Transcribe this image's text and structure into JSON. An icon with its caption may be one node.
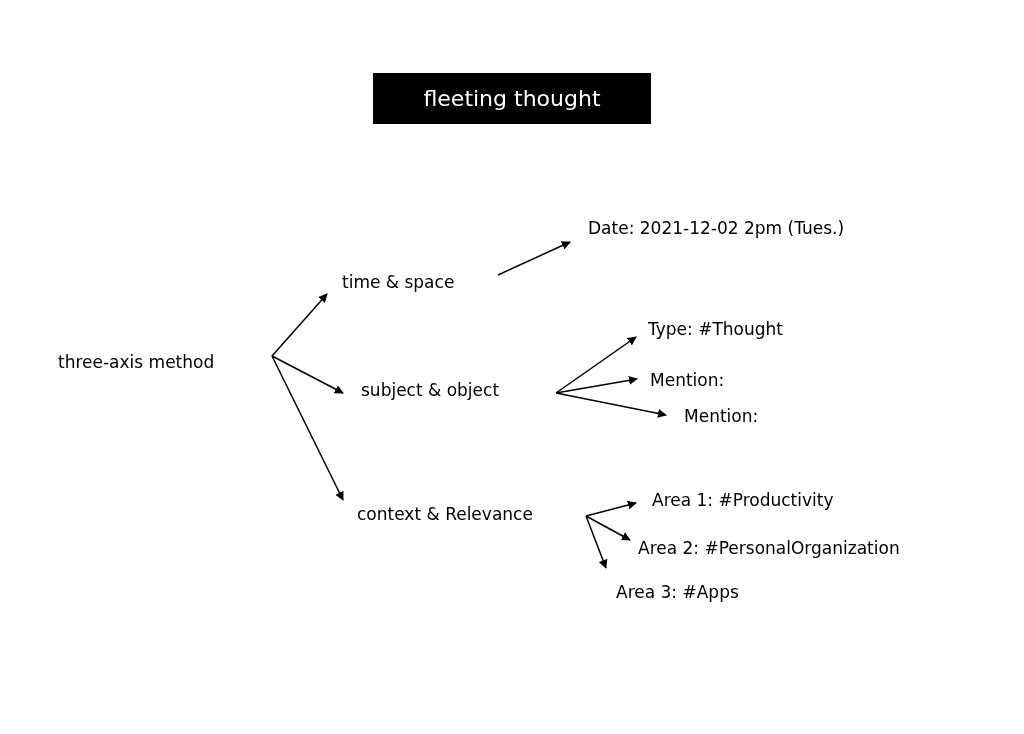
{
  "diagram": {
    "title": "fleeting thought",
    "nodes": [
      {
        "text": [
          "three-axis method"
        ]
      },
      {
        "text": [
          "time & space"
        ]
      },
      {
        "text": [
          "subject & object"
        ]
      },
      {
        "text": [
          "context & Relevance"
        ]
      },
      {
        "text": [
          "Date: 2021-12-02 2pm (Tues.)"
        ]
      },
      {
        "text": [
          "Type: #Thought"
        ]
      },
      {
        "text": [
          "Mention:"
        ]
      },
      {
        "text": [
          "Mention:"
        ]
      },
      {
        "text": [
          "Area 1: #Productivity"
        ]
      },
      {
        "text": [
          "Area 2: #PersonalOrganization"
        ]
      },
      {
        "text": [
          "Area 3: #Apps"
        ]
      }
    ],
    "edges": [
      {
        "from": 0,
        "to": 1,
        "arrow": "to"
      },
      {
        "from": 0,
        "to": 2,
        "arrow": "to"
      },
      {
        "from": 0,
        "to": 3,
        "arrow": "to"
      },
      {
        "from": 1,
        "to": 4,
        "arrow": "to"
      },
      {
        "from": 2,
        "to": 5,
        "arrow": "to"
      },
      {
        "from": 2,
        "to": 6,
        "arrow": "to"
      },
      {
        "from": 2,
        "to": 7,
        "arrow": "to"
      },
      {
        "from": 3,
        "to": 8,
        "arrow": "to"
      },
      {
        "from": 3,
        "to": 9,
        "arrow": "to"
      },
      {
        "from": 3,
        "to": 10,
        "arrow": "to"
      }
    ]
  }
}
